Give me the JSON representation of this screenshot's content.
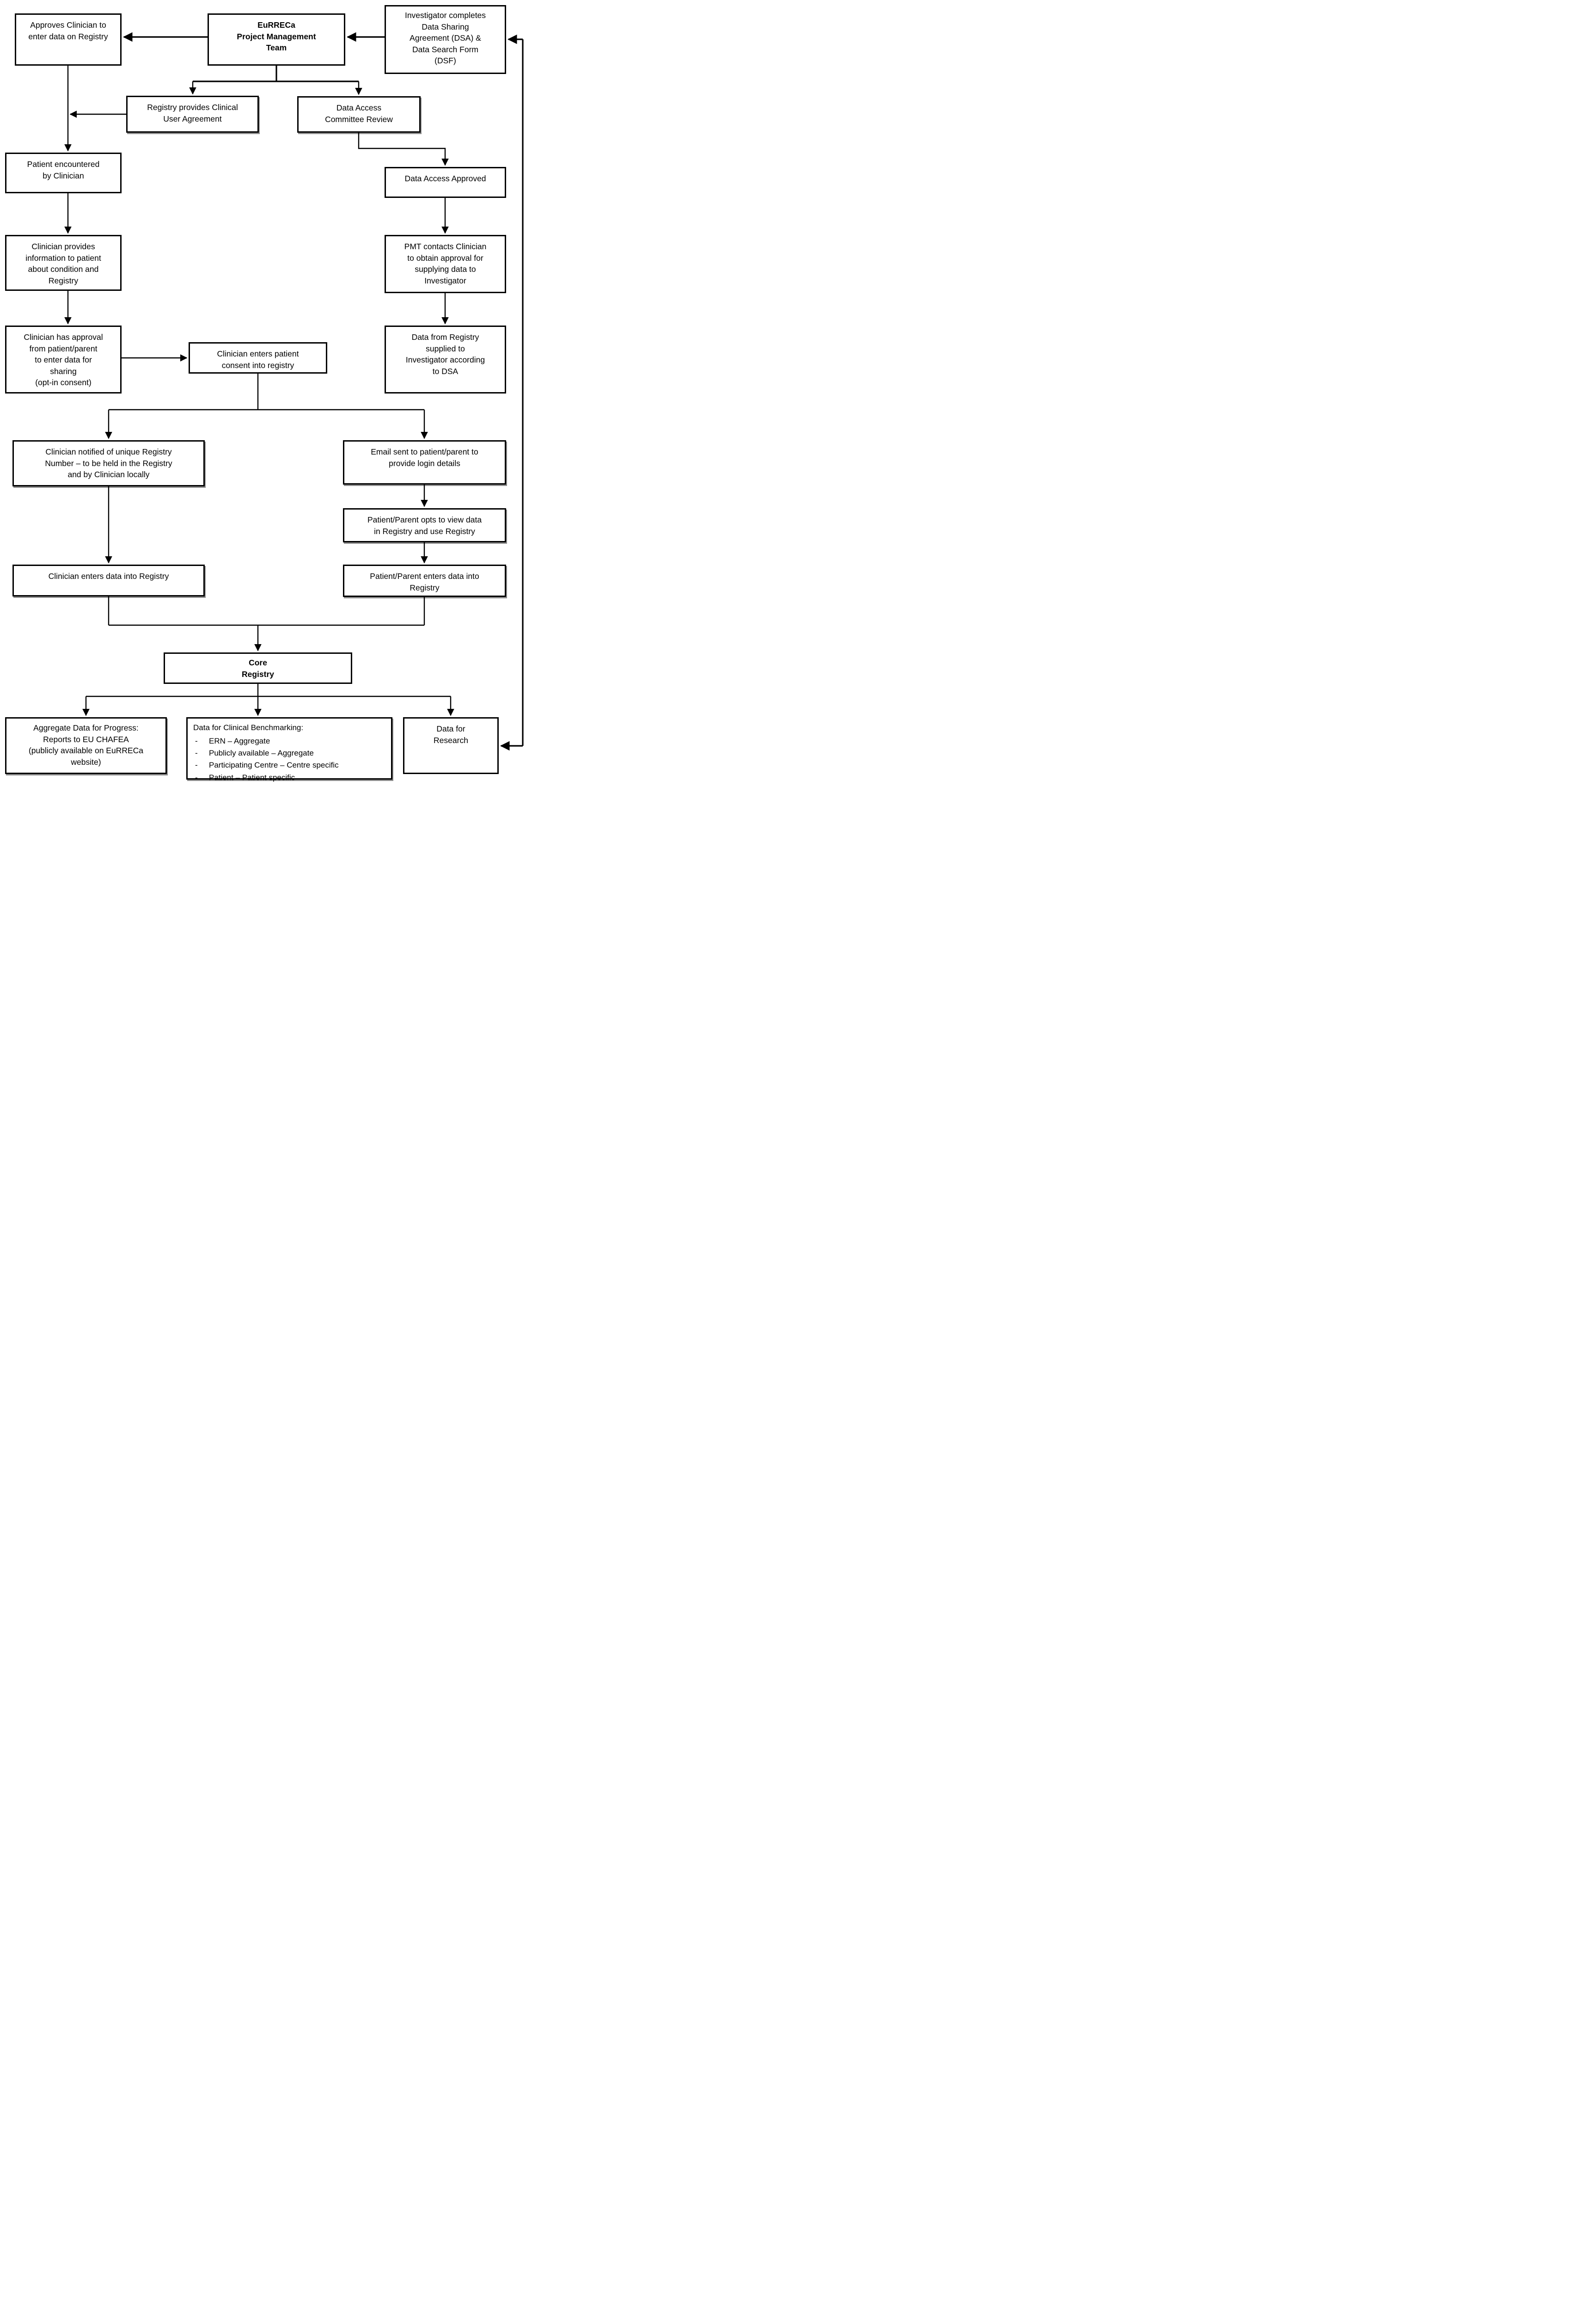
{
  "colors": {
    "background": "#ffffff",
    "box_border": "#000000",
    "text": "#000000",
    "arrow": "#000000"
  },
  "nodes": {
    "approves_clinician": {
      "label": "Approves Clinician to\nenter data on Registry"
    },
    "pmt": {
      "label": "EuRRECa\nProject Management\nTeam"
    },
    "investigator_dsa": {
      "label": "Investigator completes\nData Sharing\nAgreement (DSA) &\nData Search Form\n(DSF)"
    },
    "clinical_user_agreement": {
      "label": "Registry provides Clinical\nUser Agreement"
    },
    "dac_review": {
      "label": "Data Access\nCommittee Review"
    },
    "patient_encountered": {
      "label": "Patient encountered\nby Clinician"
    },
    "data_access_approved": {
      "label": "Data Access Approved"
    },
    "clinician_informs": {
      "label": "Clinician provides\ninformation to patient\nabout condition and\nRegistry"
    },
    "pmt_contacts": {
      "label": "PMT contacts Clinician\nto obtain approval for\nsupplying data to\nInvestigator"
    },
    "clinician_approval": {
      "label": "Clinician has approval\nfrom patient/parent\nto enter data for\nsharing\n(opt-in consent)"
    },
    "consent_entered": {
      "label": "Clinician enters patient\nconsent into registry"
    },
    "data_supplied": {
      "label": "Data from Registry\nsupplied to\nInvestigator according\nto DSA"
    },
    "registry_number": {
      "label": "Clinician notified of unique Registry\nNumber – to be held in the Registry\nand by Clinician locally"
    },
    "email_login": {
      "label": "Email sent to patient/parent to\nprovide login details"
    },
    "patient_opts": {
      "label": "Patient/Parent opts to view data\nin Registry and use Registry"
    },
    "clinician_enters_data": {
      "label": "Clinician enters data into Registry"
    },
    "patient_enters_data": {
      "label": "Patient/Parent enters data into\nRegistry"
    },
    "core_registry": {
      "label": "Core\nRegistry"
    },
    "aggregate_progress": {
      "label": "Aggregate Data for Progress:\nReports to EU CHAFEA\n(publicly available on EuRRECa\nwebsite)"
    },
    "benchmarking": {
      "heading": "Data for Clinical Benchmarking:",
      "bullet": "-",
      "items": [
        "ERN – Aggregate",
        "Publicly available – Aggregate",
        "Participating Centre – Centre specific",
        "Patient – Patient specific"
      ]
    },
    "data_for_research": {
      "label": "Data for\nResearch"
    }
  }
}
